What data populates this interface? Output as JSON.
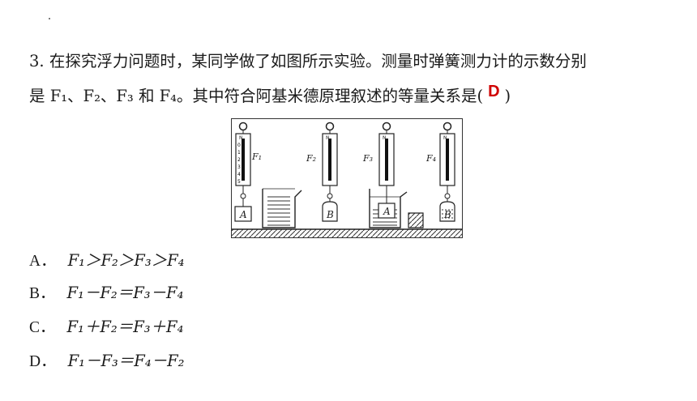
{
  "question": {
    "number": "3.",
    "line1": "在探究浮力问题时，某同学做了如图所示实验。测量时弹簧测力计的示数分别",
    "line2_start": "是 F₁、F₂、F₃ 和 F₄。其中符合阿基米德原理叙述的等量关系是(",
    "answer": "D",
    "line2_end": ")"
  },
  "figure": {
    "labels": [
      "F₁",
      "F₂",
      "F₃",
      "F₄"
    ],
    "objects": [
      "A",
      "B",
      "A",
      "B"
    ],
    "scale_top": "N",
    "scale_numbers": [
      "0",
      "1",
      "2",
      "3",
      "4",
      "5"
    ]
  },
  "options": [
    {
      "letter": "A．",
      "expr": "F₁＞F₂＞F₃＞F₄"
    },
    {
      "letter": "B．",
      "expr": "F₁－F₂＝F₃－F₄"
    },
    {
      "letter": "C．",
      "expr": "F₁＋F₂＝F₃＋F₄"
    },
    {
      "letter": "D．",
      "expr": "F₁－F₃＝F₄－F₂"
    }
  ]
}
